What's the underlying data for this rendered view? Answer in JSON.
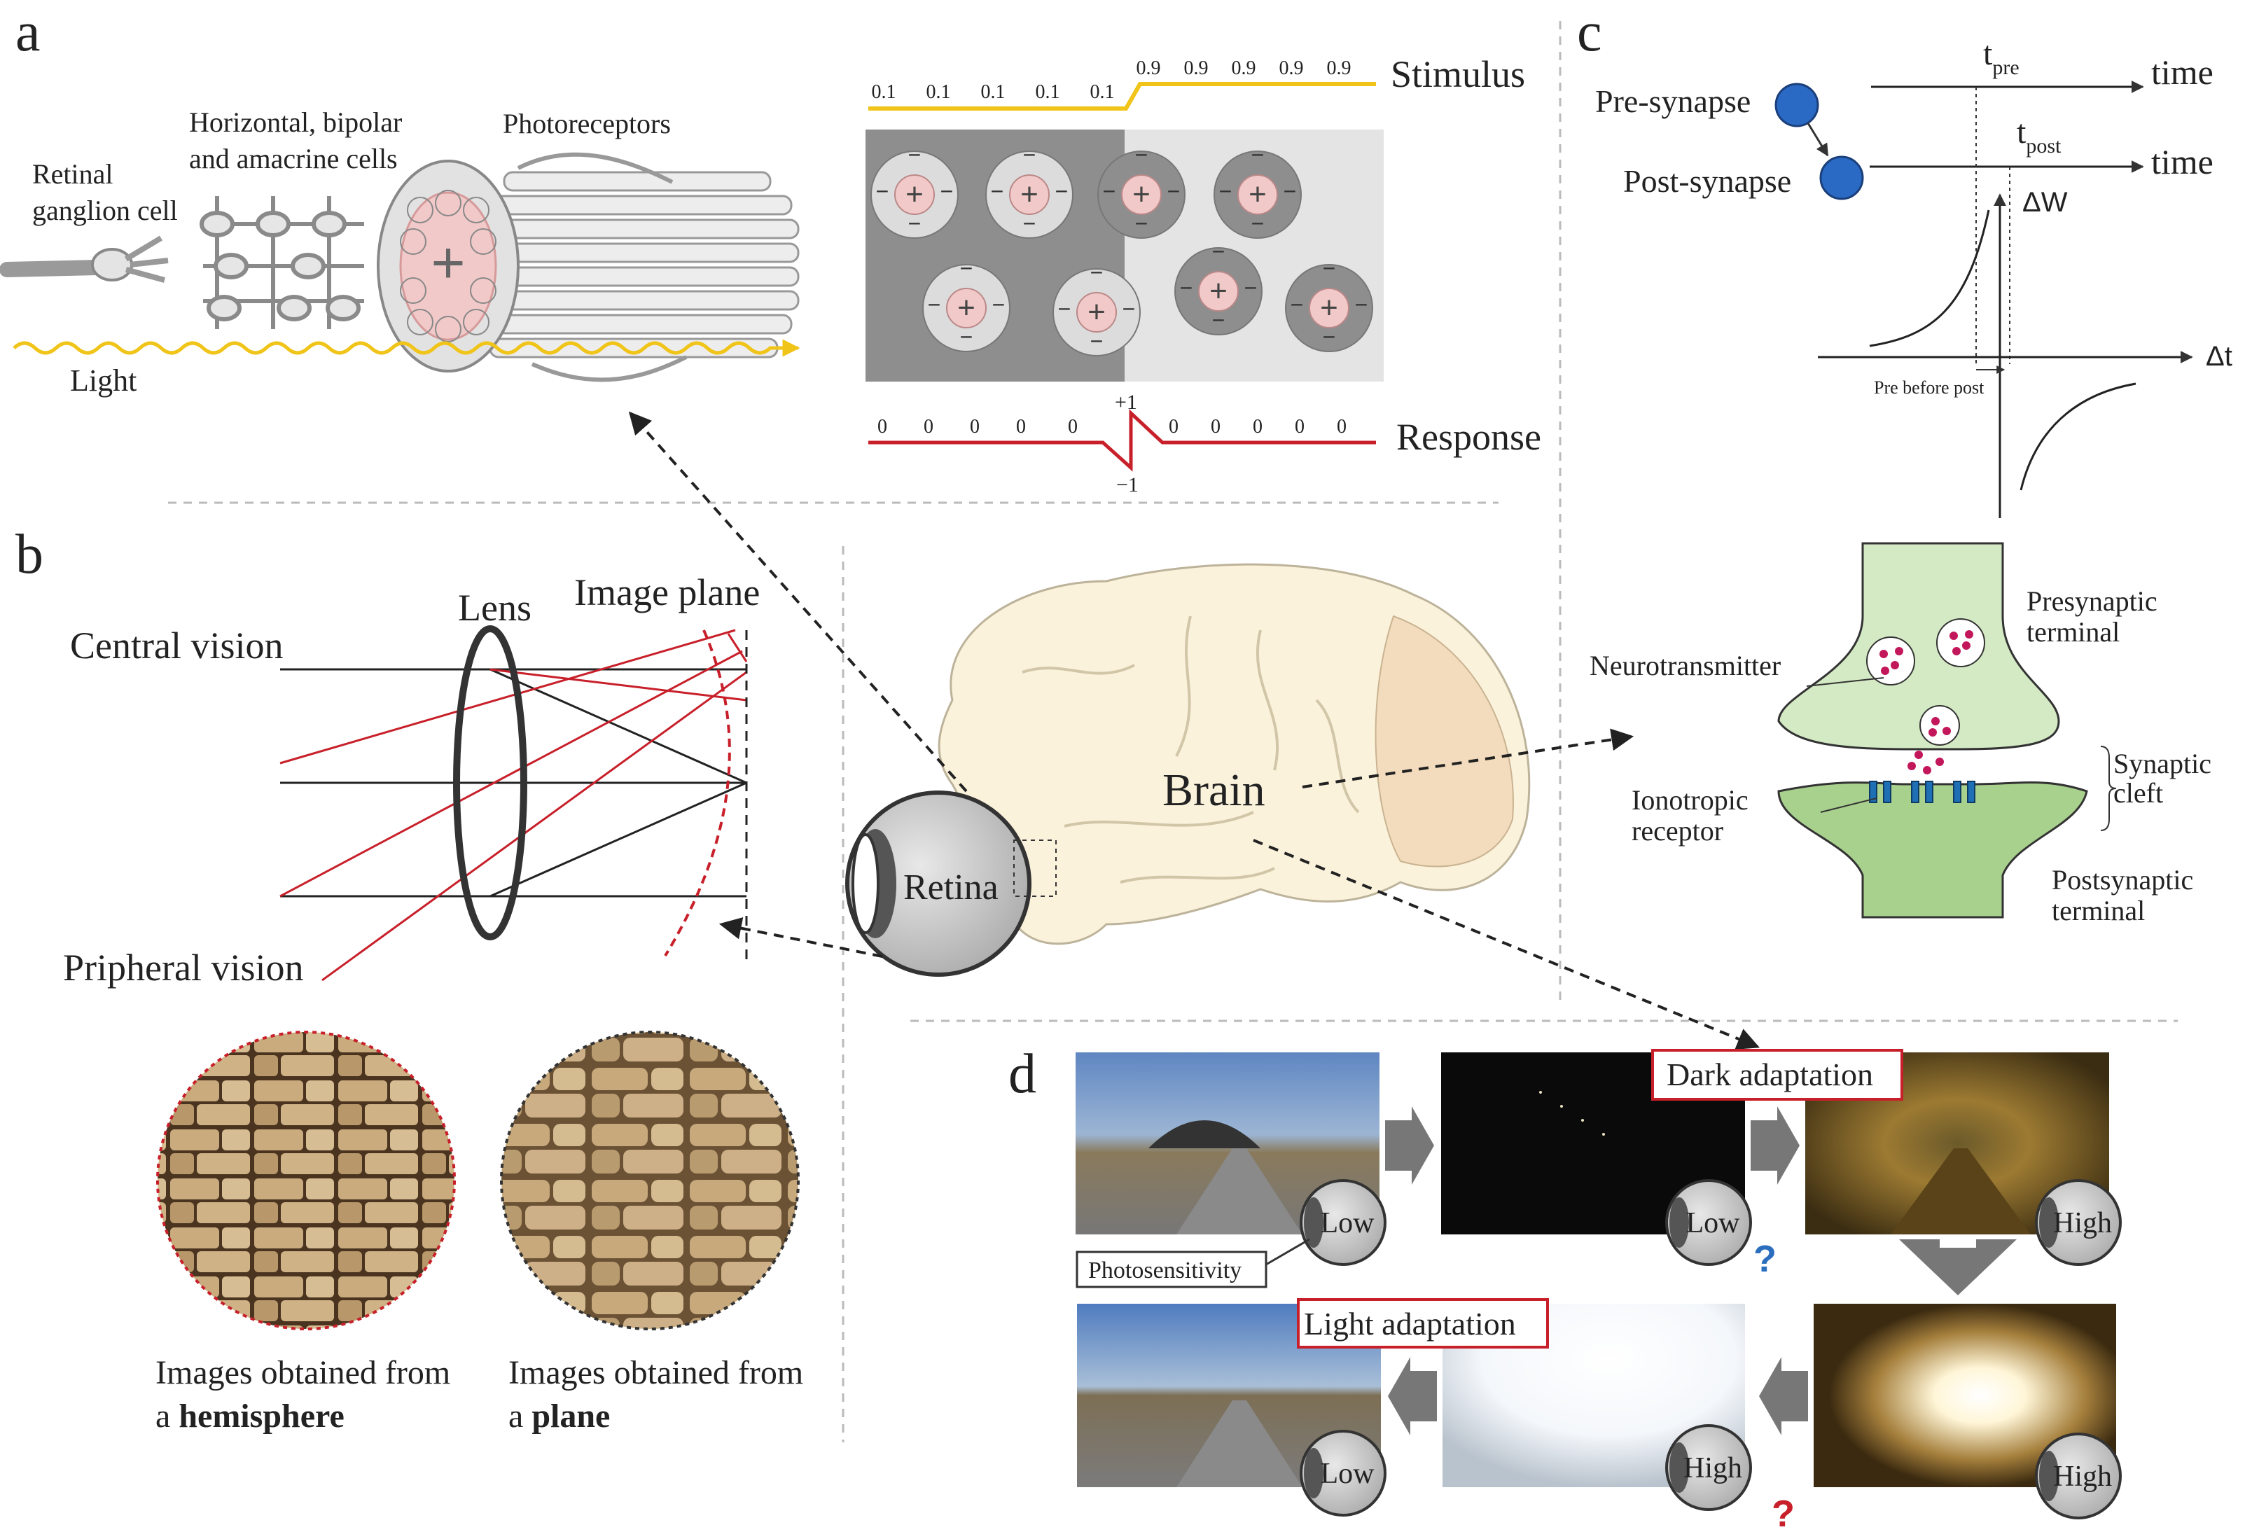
{
  "panels": {
    "a": "a",
    "b": "b",
    "c": "c",
    "d": "d"
  },
  "panel_a": {
    "retinal_ganglion": [
      "Retinal",
      "ganglion cell"
    ],
    "horizontal_cells": [
      "Horizontal, bipolar",
      "and amacrine cells"
    ],
    "photoreceptors": "Photoreceptors",
    "light": "Light",
    "stimulus_label": "Stimulus",
    "response_label": "Response",
    "stimulus_values": [
      "0.1",
      "0.1",
      "0.1",
      "0.1",
      "0.1",
      "0.9",
      "0.9",
      "0.9",
      "0.9",
      "0.9"
    ],
    "response_values": [
      "0",
      "0",
      "0",
      "0",
      "0",
      "0",
      "0",
      "0",
      "0",
      "0"
    ],
    "response_peak": "+1",
    "response_trough": "−1",
    "plus": "+",
    "minus": "−"
  },
  "panel_b": {
    "lens": "Lens",
    "image_plane": "Image plane",
    "central_vision": "Central vision",
    "peripheral_vision": "Pripheral vision",
    "hemisphere_caption": [
      "Images obtained from",
      "a ",
      "hemisphere"
    ],
    "plane_caption": [
      "Images obtained from",
      "a ",
      "plane"
    ]
  },
  "center": {
    "brain": "Brain",
    "retina": "Retina"
  },
  "panel_c": {
    "pre_synapse": "Pre-synapse",
    "post_synapse": "Post-synapse",
    "time": "time",
    "t": "t",
    "pre": "pre",
    "post": "post",
    "dw": "ΔW",
    "dt": "Δt",
    "pre_before_post": "Pre before post",
    "presynaptic_terminal": [
      "Presynaptic",
      "terminal"
    ],
    "neurotransmitter": "Neurotransmitter",
    "synaptic_cleft": [
      "Synaptic",
      "cleft"
    ],
    "ionotropic_receptor": [
      "Ionotropic",
      "receptor"
    ],
    "postsynaptic_terminal": [
      "Postsynaptic",
      "terminal"
    ]
  },
  "panel_d": {
    "dark_adaptation": "Dark adaptation",
    "light_adaptation": "Light adaptation",
    "photosensitivity": "Photosensitivity",
    "low": "Low",
    "high": "High",
    "question": "?"
  },
  "colors": {
    "stimulus": "#f0c419",
    "response": "#c8202a",
    "low_blue": "#2a6ebd",
    "high_red": "#c8202a",
    "synapse_green": "#a9d18e",
    "synapse_green_light": "#d4eac4",
    "vesicle": "#c2185b",
    "brain": "#fbf2dc",
    "node_blue": "#2a6ac4"
  }
}
